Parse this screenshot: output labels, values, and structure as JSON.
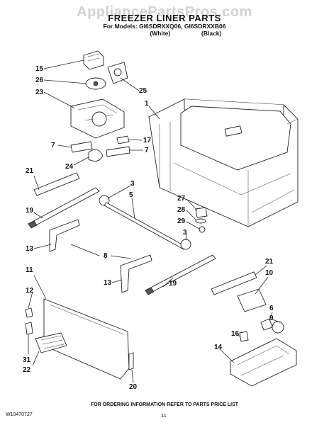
{
  "watermark": "AppliancePartsPros.com",
  "header": {
    "title": "FREEZER LINER PARTS",
    "models": "For Models: GI6SDRXXQ06, GI6SDRXXB06",
    "color_white": "(White)",
    "color_black": "(Black)"
  },
  "footer": {
    "doc_number": "W10470727",
    "page_number": "11",
    "ordering_note": "FOR ORDERING INFORMATION REFER TO PARTS PRICE LIST"
  },
  "callouts": [
    "15",
    "26",
    "23",
    "25",
    "1",
    "17",
    "7",
    "7",
    "24",
    "21",
    "3",
    "5",
    "27",
    "28",
    "29",
    "3",
    "19",
    "13",
    "8",
    "13",
    "19",
    "21",
    "10",
    "11",
    "12",
    "6",
    "9",
    "16",
    "31",
    "22",
    "14",
    "20"
  ]
}
